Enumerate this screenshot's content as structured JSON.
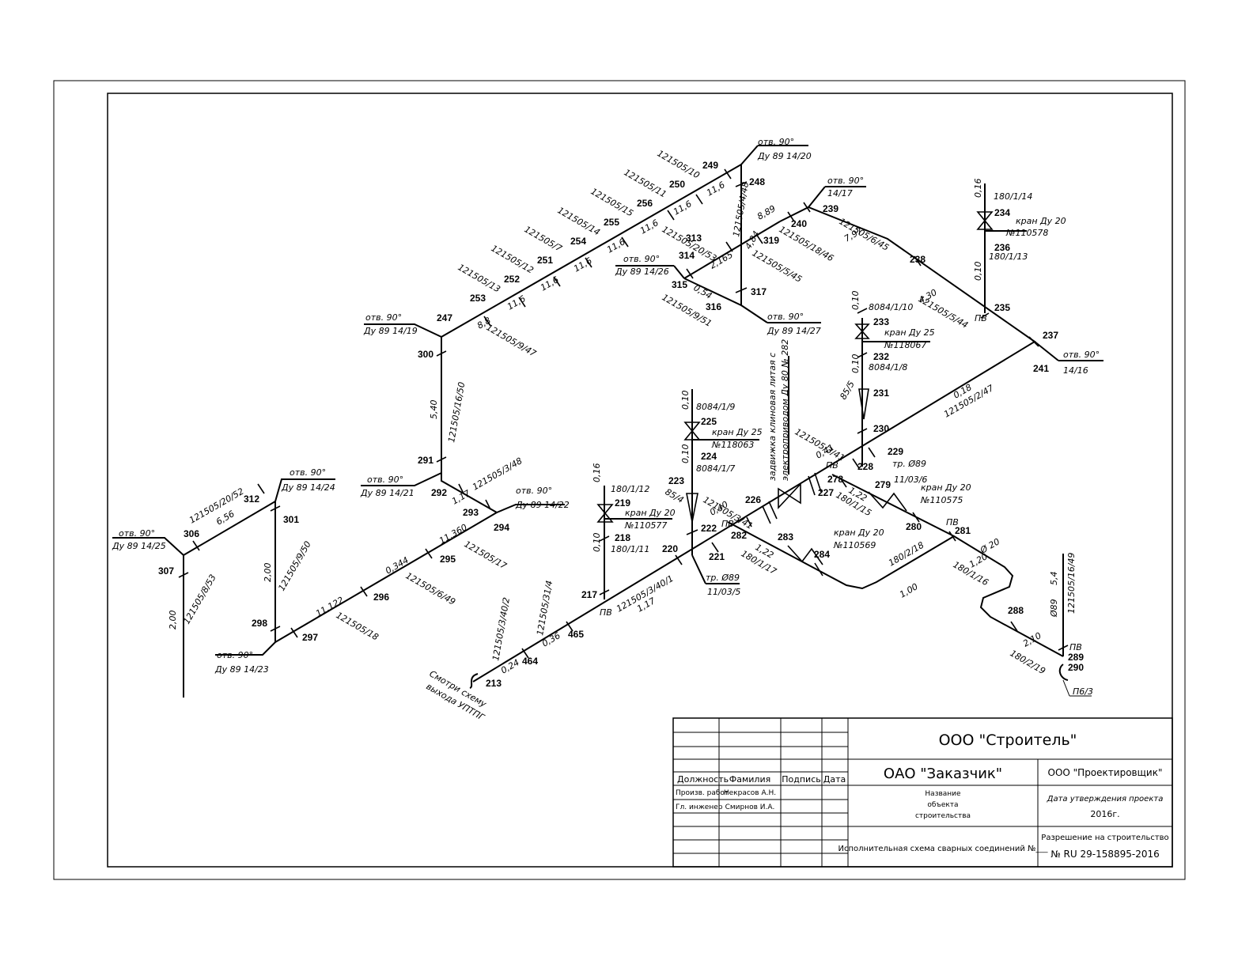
{
  "title_block": {
    "company_builder": "ООО \"Строитель\"",
    "company_customer": "ОАО \"Заказчик\"",
    "company_designer": "ООО \"Проектировщик\"",
    "object_name_1": "Название",
    "object_name_2": "объекта",
    "object_name_3": "строительства",
    "approval_label": "Дата утверждения проекта",
    "approval_year": "2016г.",
    "permit_label": "Разрешение на строительство",
    "permit_number": "№ RU 29-158895-2016",
    "scheme_title": "Исполнительная схема сварных соединений №___",
    "col_position": "Должность",
    "col_surname": "Фамилия",
    "col_signature": "Подпись",
    "col_date": "Дата",
    "row1_position": "Произв. работ",
    "row1_name": "Некрасов А.Н.",
    "row2_position": "Гл. инженер",
    "row2_name": "Смирнов И.А."
  },
  "nodes": [
    {
      "id": "213",
      "label": "213"
    },
    {
      "id": "464",
      "label": "464"
    },
    {
      "id": "465",
      "label": "465"
    },
    {
      "id": "217",
      "label": "217"
    },
    {
      "id": "218",
      "label": "218"
    },
    {
      "id": "219",
      "label": "219"
    },
    {
      "id": "220",
      "label": "220"
    },
    {
      "id": "221",
      "label": "221"
    },
    {
      "id": "222",
      "label": "222"
    },
    {
      "id": "223",
      "label": "223"
    },
    {
      "id": "224",
      "label": "224"
    },
    {
      "id": "225",
      "label": "225"
    },
    {
      "id": "226",
      "label": "226"
    },
    {
      "id": "227",
      "label": "227"
    },
    {
      "id": "228",
      "label": "228"
    },
    {
      "id": "229",
      "label": "229"
    },
    {
      "id": "230",
      "label": "230"
    },
    {
      "id": "231",
      "label": "231"
    },
    {
      "id": "232",
      "label": "232"
    },
    {
      "id": "233",
      "label": "233"
    },
    {
      "id": "234",
      "label": "234"
    },
    {
      "id": "235",
      "label": "235"
    },
    {
      "id": "236",
      "label": "236"
    },
    {
      "id": "237",
      "label": "237"
    },
    {
      "id": "238",
      "label": "238"
    },
    {
      "id": "239",
      "label": "239"
    },
    {
      "id": "240",
      "label": "240"
    },
    {
      "id": "241",
      "label": "241"
    },
    {
      "id": "247",
      "label": "247"
    },
    {
      "id": "248",
      "label": "248"
    },
    {
      "id": "249",
      "label": "249"
    },
    {
      "id": "250",
      "label": "250"
    },
    {
      "id": "251",
      "label": "251"
    },
    {
      "id": "252",
      "label": "252"
    },
    {
      "id": "253",
      "label": "253"
    },
    {
      "id": "254",
      "label": "254"
    },
    {
      "id": "255",
      "label": "255"
    },
    {
      "id": "256",
      "label": "256"
    },
    {
      "id": "278",
      "label": "278"
    },
    {
      "id": "279",
      "label": "279"
    },
    {
      "id": "280",
      "label": "280"
    },
    {
      "id": "281",
      "label": "281"
    },
    {
      "id": "282",
      "label": "282"
    },
    {
      "id": "283",
      "label": "283"
    },
    {
      "id": "284",
      "label": "284"
    },
    {
      "id": "288",
      "label": "288"
    },
    {
      "id": "289",
      "label": "289"
    },
    {
      "id": "290",
      "label": "290"
    },
    {
      "id": "291",
      "label": "291"
    },
    {
      "id": "292",
      "label": "292"
    },
    {
      "id": "293",
      "label": "293"
    },
    {
      "id": "294",
      "label": "294"
    },
    {
      "id": "295",
      "label": "295"
    },
    {
      "id": "296",
      "label": "296"
    },
    {
      "id": "297",
      "label": "297"
    },
    {
      "id": "298",
      "label": "298"
    },
    {
      "id": "300",
      "label": "300"
    },
    {
      "id": "301",
      "label": "301"
    },
    {
      "id": "306",
      "label": "306"
    },
    {
      "id": "307",
      "label": "307"
    },
    {
      "id": "312",
      "label": "312"
    },
    {
      "id": "313",
      "label": "313"
    },
    {
      "id": "314",
      "label": "314"
    },
    {
      "id": "315",
      "label": "315"
    },
    {
      "id": "316",
      "label": "316"
    },
    {
      "id": "317",
      "label": "317"
    },
    {
      "id": "319",
      "label": "319"
    }
  ],
  "annotations": [
    {
      "id": "a1",
      "text": "отв. 90°"
    },
    {
      "id": "a2",
      "text": "Ду 89 14/20"
    },
    {
      "id": "a3",
      "text": "121505/10"
    },
    {
      "id": "a4",
      "text": "121505/11"
    },
    {
      "id": "a5",
      "text": "121505/15"
    },
    {
      "id": "a6",
      "text": "121505/14"
    },
    {
      "id": "a7",
      "text": "121505/7"
    },
    {
      "id": "a8",
      "text": "121505/12"
    },
    {
      "id": "a9",
      "text": "121505/13"
    },
    {
      "id": "a10",
      "text": "11,6"
    },
    {
      "id": "a11",
      "text": "11,6"
    },
    {
      "id": "a12",
      "text": "11,6"
    },
    {
      "id": "a13",
      "text": "11,6"
    },
    {
      "id": "a14",
      "text": "11,6"
    },
    {
      "id": "a15",
      "text": "11,6"
    },
    {
      "id": "a16",
      "text": "11,6"
    },
    {
      "id": "a17",
      "text": "8,8"
    },
    {
      "id": "a18",
      "text": "121505/9/47"
    },
    {
      "id": "a19",
      "text": "отв. 90°"
    },
    {
      "id": "a20",
      "text": "Ду 89 14/19"
    },
    {
      "id": "a21",
      "text": "121505/4/48"
    },
    {
      "id": "a22",
      "text": "121505/20/53"
    },
    {
      "id": "a23",
      "text": "отв. 90°"
    },
    {
      "id": "a24",
      "text": "Ду 89 14/26"
    },
    {
      "id": "a25",
      "text": "2,165"
    },
    {
      "id": "a26",
      "text": "4,84"
    },
    {
      "id": "a27",
      "text": "0,54"
    },
    {
      "id": "a28",
      "text": "121505/9/51"
    },
    {
      "id": "a29",
      "text": "отв. 90°"
    },
    {
      "id": "a30",
      "text": "Ду 89 14/27"
    },
    {
      "id": "a31",
      "text": "121505/5/45"
    },
    {
      "id": "a32",
      "text": "8,89"
    },
    {
      "id": "a33",
      "text": "121505/18/46"
    },
    {
      "id": "a34",
      "text": "отв. 90°"
    },
    {
      "id": "a35",
      "text": "14/17"
    },
    {
      "id": "a36",
      "text": "121505/6/45"
    },
    {
      "id": "a37",
      "text": "7,97"
    },
    {
      "id": "a38",
      "text": "4,30"
    },
    {
      "id": "a39",
      "text": "121505/5/44"
    },
    {
      "id": "a40",
      "text": "ПВ"
    },
    {
      "id": "a41",
      "text": "0,16"
    },
    {
      "id": "a42",
      "text": "180/1/14"
    },
    {
      "id": "a43",
      "text": "кран Ду 20"
    },
    {
      "id": "a44",
      "text": "№110578"
    },
    {
      "id": "a45",
      "text": "180/1/13"
    },
    {
      "id": "a46",
      "text": "0,10"
    },
    {
      "id": "a47",
      "text": "отв. 90°"
    },
    {
      "id": "a48",
      "text": "14/16"
    },
    {
      "id": "a49",
      "text": "0,10"
    },
    {
      "id": "a50",
      "text": "8084/1/10"
    },
    {
      "id": "a51",
      "text": "кран Ду 25"
    },
    {
      "id": "a52",
      "text": "№118067"
    },
    {
      "id": "a53",
      "text": "0,10"
    },
    {
      "id": "a54",
      "text": "8084/1/8"
    },
    {
      "id": "a55",
      "text": "85/5"
    },
    {
      "id": "a56",
      "text": "0,18"
    },
    {
      "id": "a57",
      "text": "121505/2/47"
    },
    {
      "id": "a58",
      "text": "задвижка клиновая литая с"
    },
    {
      "id": "a59",
      "text": "электроприводом Ду 80 № 282"
    },
    {
      "id": "a60",
      "text": "121505/3/41"
    },
    {
      "id": "a61",
      "text": "0,41"
    },
    {
      "id": "a62",
      "text": "ПВ"
    },
    {
      "id": "a63",
      "text": "тр. Ø89"
    },
    {
      "id": "a64",
      "text": "11/03/6"
    },
    {
      "id": "a65",
      "text": "кран Ду 20"
    },
    {
      "id": "a66",
      "text": "№110575"
    },
    {
      "id": "a67",
      "text": "1,22"
    },
    {
      "id": "a68",
      "text": "180/1/15"
    },
    {
      "id": "a69",
      "text": "ПВ"
    },
    {
      "id": "a70",
      "text": "Ø 20"
    },
    {
      "id": "a71",
      "text": "1,20"
    },
    {
      "id": "a72",
      "text": "180/1/16"
    },
    {
      "id": "a73",
      "text": "180/2/18"
    },
    {
      "id": "a74",
      "text": "1,00"
    },
    {
      "id": "a75",
      "text": "Ø89"
    },
    {
      "id": "a76",
      "text": "5,4"
    },
    {
      "id": "a77",
      "text": "121505/16/49"
    },
    {
      "id": "a78",
      "text": "ПВ"
    },
    {
      "id": "a79",
      "text": "2,10"
    },
    {
      "id": "a80",
      "text": "180/2/19"
    },
    {
      "id": "a81",
      "text": "П6/3"
    },
    {
      "id": "a82",
      "text": "кран Ду 20"
    },
    {
      "id": "a83",
      "text": "№110569"
    },
    {
      "id": "a84",
      "text": "1,22"
    },
    {
      "id": "a85",
      "text": "180/1/17"
    },
    {
      "id": "a86",
      "text": "121505/3/41"
    },
    {
      "id": "a87",
      "text": "0,40"
    },
    {
      "id": "a88",
      "text": "ПВ"
    },
    {
      "id": "a89",
      "text": "0,10"
    },
    {
      "id": "a90",
      "text": "8084/1/9"
    },
    {
      "id": "a91",
      "text": "кран Ду 25"
    },
    {
      "id": "a92",
      "text": "№118063"
    },
    {
      "id": "a93",
      "text": "0,10"
    },
    {
      "id": "a94",
      "text": "8084/1/7"
    },
    {
      "id": "a95",
      "text": "85/4"
    },
    {
      "id": "a96",
      "text": "тр. Ø89"
    },
    {
      "id": "a97",
      "text": "11/03/5"
    },
    {
      "id": "a98",
      "text": "0,16"
    },
    {
      "id": "a99",
      "text": "180/1/12"
    },
    {
      "id": "a100",
      "text": "кран Ду 20"
    },
    {
      "id": "a101",
      "text": "№110577"
    },
    {
      "id": "a102",
      "text": "0,10"
    },
    {
      "id": "a103",
      "text": "180/1/11"
    },
    {
      "id": "a104",
      "text": "ПВ"
    },
    {
      "id": "a105",
      "text": "121505/3/40/1"
    },
    {
      "id": "a106",
      "text": "1,17"
    },
    {
      "id": "a107",
      "text": "121505/31/4"
    },
    {
      "id": "a108",
      "text": "0,36"
    },
    {
      "id": "a109",
      "text": "121505/3/40/2"
    },
    {
      "id": "a110",
      "text": "0,24"
    },
    {
      "id": "a111",
      "text": "Смотри схему"
    },
    {
      "id": "a112",
      "text": "выхода УПТПГ"
    },
    {
      "id": "a113",
      "text": "5,40"
    },
    {
      "id": "a114",
      "text": "121505/16/50"
    },
    {
      "id": "a115",
      "text": "отв. 90°"
    },
    {
      "id": "a116",
      "text": "Ду 89  14/21"
    },
    {
      "id": "a117",
      "text": "121505/3/48"
    },
    {
      "id": "a118",
      "text": "1,17"
    },
    {
      "id": "a119",
      "text": "отв. 90°"
    },
    {
      "id": "a120",
      "text": "Ду 89 14/22"
    },
    {
      "id": "a121",
      "text": "11,360"
    },
    {
      "id": "a122",
      "text": "121505/17"
    },
    {
      "id": "a123",
      "text": "0,344"
    },
    {
      "id": "a124",
      "text": "121505/6/49"
    },
    {
      "id": "a125",
      "text": "11,122"
    },
    {
      "id": "a126",
      "text": "121505/18"
    },
    {
      "id": "a127",
      "text": "отв. 90°"
    },
    {
      "id": "a128",
      "text": "Ду 89 14/23"
    },
    {
      "id": "a129",
      "text": "2,00"
    },
    {
      "id": "a130",
      "text": "121505/9/50"
    },
    {
      "id": "a131",
      "text": "121505/20/52"
    },
    {
      "id": "a132",
      "text": "6,56"
    },
    {
      "id": "a133",
      "text": "отв. 90°"
    },
    {
      "id": "a134",
      "text": "Ду 89 14/24"
    },
    {
      "id": "a135",
      "text": "отв. 90°"
    },
    {
      "id": "a136",
      "text": "Ду 89 14/25"
    },
    {
      "id": "a137",
      "text": "2,00"
    },
    {
      "id": "a138",
      "text": "121505/8/53"
    }
  ]
}
